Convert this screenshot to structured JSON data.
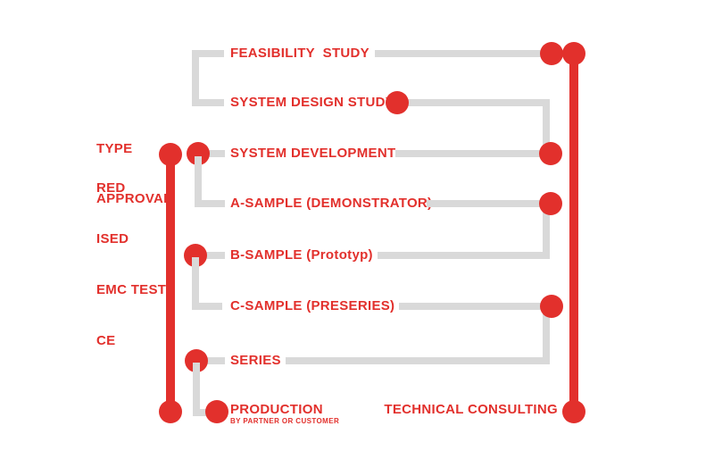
{
  "colors": {
    "red": "#e2302c",
    "gray": "#d9d9d9",
    "background": "#ffffff"
  },
  "stages": [
    {
      "label": "FEASIBILITY  STUDY"
    },
    {
      "label": "SYSTEM DESIGN STUDY"
    },
    {
      "label": "SYSTEM DEVELOPMENT"
    },
    {
      "label": "A-SAMPLE (DEMONSTRATOR)"
    },
    {
      "label": "B-SAMPLE (Prototyp)"
    },
    {
      "label": "C-SAMPLE (PRESERIES)"
    },
    {
      "label": "SERIES"
    },
    {
      "label": "PRODUCTION",
      "sublabel": "BY PARTNER OR CUSTOMER"
    }
  ],
  "type_approval": {
    "line1": "TYPE",
    "line2": "APPROVAL",
    "items": [
      "RED",
      "ISED",
      "EMC TEST",
      "CE"
    ]
  },
  "technical_consulting": {
    "label": "TECHNICAL CONSULTING"
  }
}
